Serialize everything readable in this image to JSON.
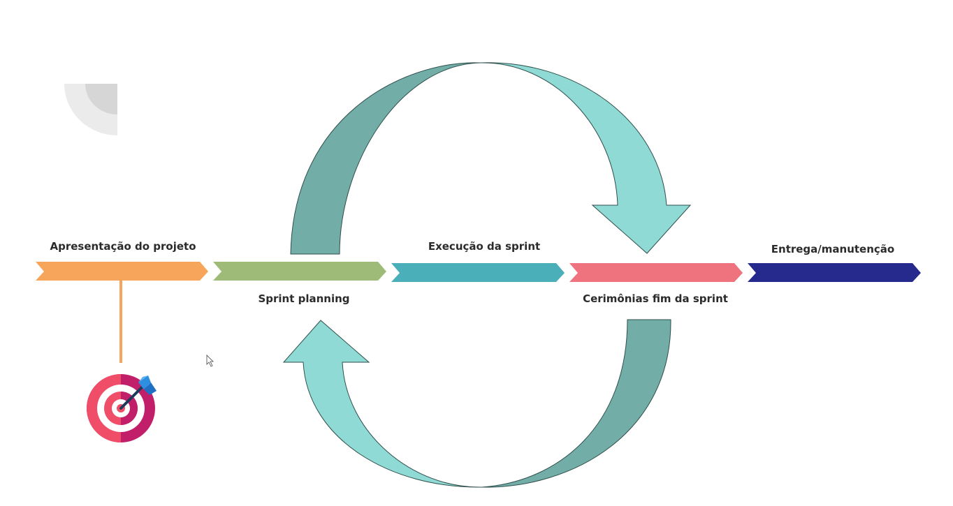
{
  "stages": [
    {
      "id": "apresentacao",
      "label": "Apresentação do projeto",
      "color": "#F7A55A"
    },
    {
      "id": "sprint-planning",
      "label": "Sprint planning",
      "color": "#9FBB78"
    },
    {
      "id": "execucao",
      "label": "Execução da sprint",
      "color": "#4AAFB8"
    },
    {
      "id": "cerimonias",
      "label": "Cerimônias fim da sprint",
      "color": "#EF737E"
    },
    {
      "id": "entrega",
      "label": "Entrega/manutenção",
      "color": "#262A8C"
    }
  ],
  "cycle_colors": {
    "dark": "#72ADA7",
    "light": "#8FDAD4",
    "outline": "#2f4f4c"
  },
  "icons": {
    "goal": "target-dart-icon",
    "corner": "quarter-circle-decoration"
  },
  "goal_connector_color": "#F7A55A"
}
